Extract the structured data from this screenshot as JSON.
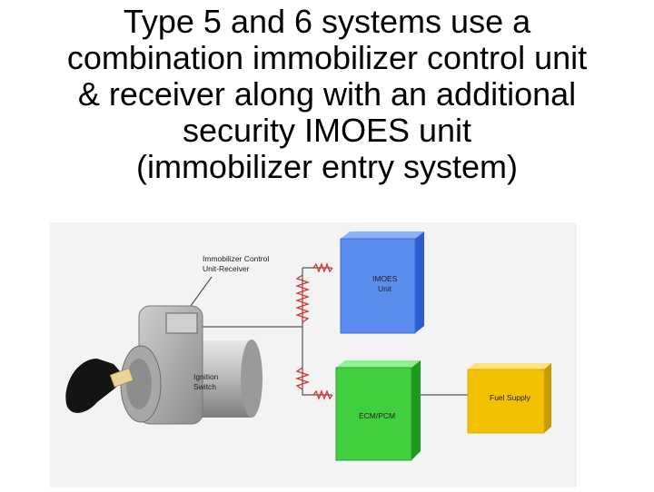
{
  "title": {
    "lines": [
      "Type 5 and 6 systems use a",
      "combination immobilizer control unit",
      "& receiver along with an additional",
      "security IMOES unit",
      "(immobilizer entry system)"
    ]
  },
  "diagram": {
    "receiver_label": [
      "Immobilizer Control",
      "Unit-Receiver"
    ],
    "ignition_label": [
      "Ignition",
      "Switch"
    ],
    "imoes_label": [
      "IMOES",
      "Unit"
    ],
    "ecm_label": "ECM/PCM",
    "fuel_label": "Fuel Supply",
    "colors": {
      "imoes": "#5b8def",
      "ecm": "#3fcf3f",
      "fuel": "#f2c200",
      "signal": "#e03030",
      "wire": "#555555"
    }
  }
}
